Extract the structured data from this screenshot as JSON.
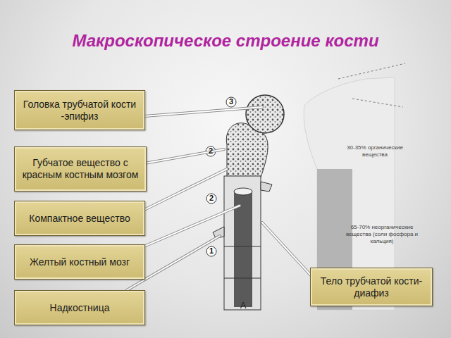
{
  "diagram": {
    "title": "Макроскопическое строение кости",
    "nodes": [
      {
        "text": [
          "Головка трубчатой кости -эпифиз"
        ]
      },
      {
        "text": [
          "Губчатое вещество с красным костным мозгом"
        ]
      },
      {
        "text": [
          "Компактное вещество"
        ]
      },
      {
        "text": [
          "Желтый костный мозг"
        ]
      },
      {
        "text": [
          "Надкостница"
        ]
      },
      {
        "text": [
          "Тело трубчатой кости-диафиз"
        ]
      }
    ],
    "labels": [
      "3",
      "2",
      "2",
      "1",
      "А",
      "30-35% органические вещества",
      "65-70% неорганические вещества (соли фосфора и кальция)"
    ]
  }
}
